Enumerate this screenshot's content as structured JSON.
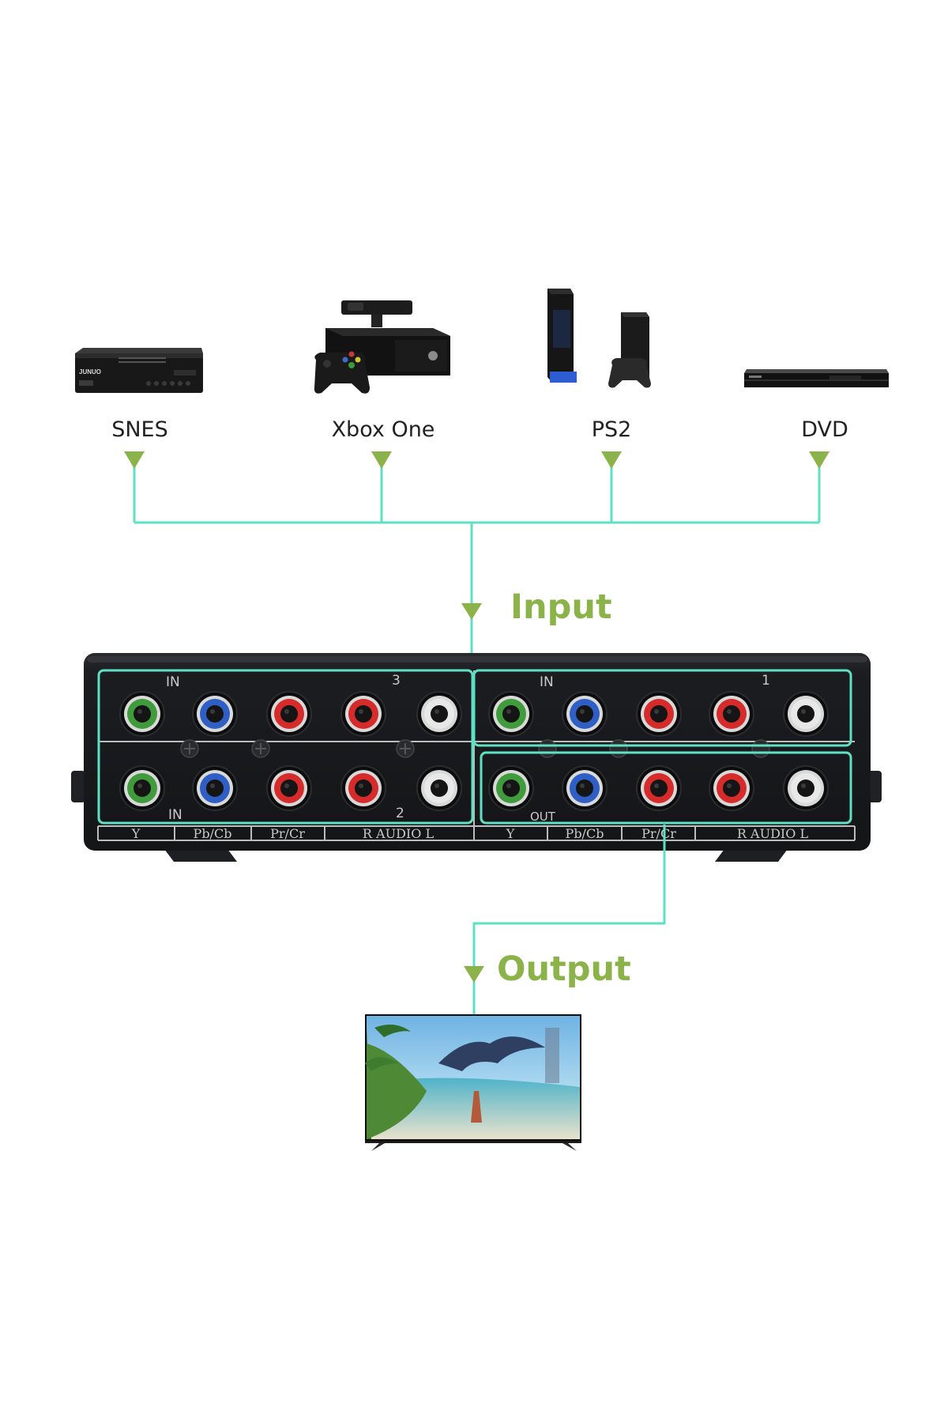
{
  "devices": [
    {
      "label": "SNES",
      "icon": "set-top-box-icon"
    },
    {
      "label": "Xbox One",
      "icon": "xbox-one-console-icon"
    },
    {
      "label": "PS2",
      "icon": "ps2-console-icon"
    },
    {
      "label": "DVD",
      "icon": "dvd-player-icon"
    }
  ],
  "flow": {
    "input_label": "Input",
    "output_label": "Output"
  },
  "switch_panel": {
    "group_3": {
      "in_label": "IN",
      "number": "3"
    },
    "group_2": {
      "in_label": "IN",
      "number": "2"
    },
    "group_1": {
      "in_label": "IN",
      "number": "1"
    },
    "out_label": "OUT",
    "bottom_labels_left": [
      "Y",
      "Pb/Cb",
      "Pr/Cr",
      "R AUDIO L"
    ],
    "bottom_labels_right": [
      "Y",
      "Pb/Cb",
      "Pr/Cr",
      "R AUDIO L"
    ],
    "jack_colors": [
      "green",
      "blue",
      "red",
      "red",
      "white"
    ]
  },
  "output_device": {
    "icon": "television-icon"
  },
  "colors": {
    "connector_line": "#5ee0c4",
    "flow_label": "#8bb34a",
    "arrow": "#8bb34a",
    "jack_green": "#3f9b3c",
    "jack_blue": "#2f5fc4",
    "jack_red": "#d62b2b",
    "jack_white": "#e8e8e8",
    "panel_body": "#1b1c1e"
  }
}
